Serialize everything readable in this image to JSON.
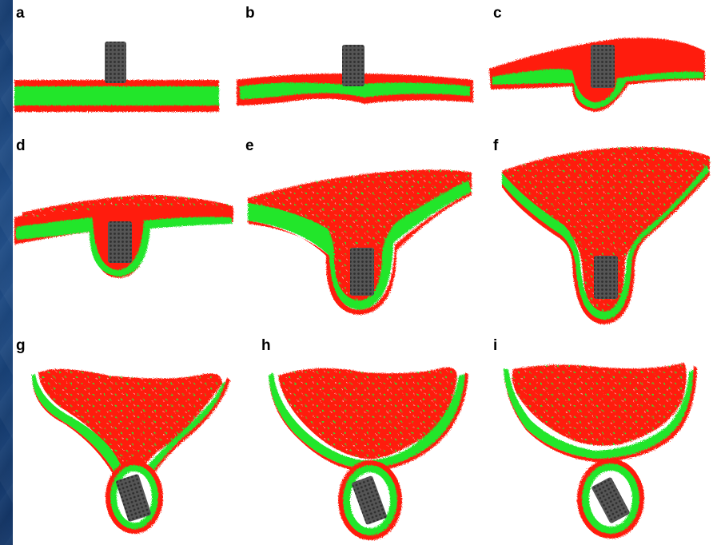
{
  "figure": {
    "panels": [
      {
        "id": "a",
        "label": "a"
      },
      {
        "id": "b",
        "label": "b"
      },
      {
        "id": "c",
        "label": "c"
      },
      {
        "id": "d",
        "label": "d"
      },
      {
        "id": "e",
        "label": "e"
      },
      {
        "id": "f",
        "label": "f"
      },
      {
        "id": "g",
        "label": "g"
      },
      {
        "id": "h",
        "label": "h"
      },
      {
        "id": "i",
        "label": "i"
      }
    ],
    "colors": {
      "headgroup": "#ff1a0a",
      "tail": "#22e62a",
      "nanotube": "#4a4a4a",
      "background": "#ffffff"
    }
  }
}
